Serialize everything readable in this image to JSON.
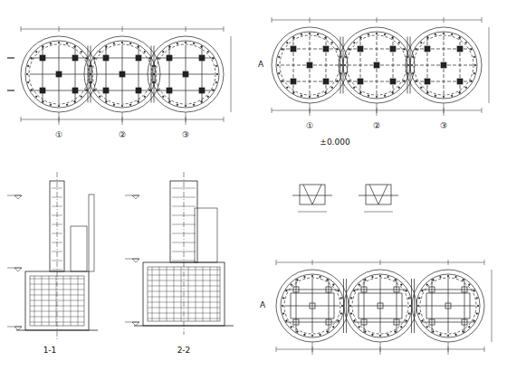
{
  "diagram": {
    "labels": [
      "①",
      "②",
      "③",
      "①",
      "②",
      "③",
      "A",
      "A",
      "1-1",
      "2-2",
      "±0.000"
    ]
  }
}
